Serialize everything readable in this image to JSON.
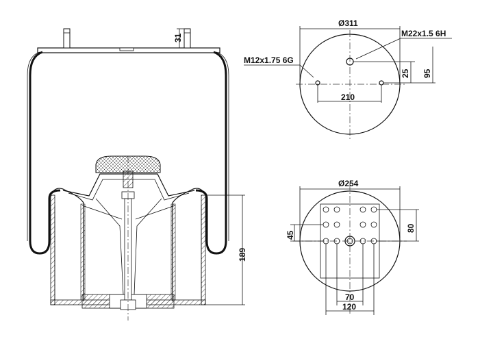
{
  "side_view": {
    "dim_stud_height": "31",
    "dim_piston_height": "189"
  },
  "top_plate_view": {
    "dim_diameter": "Ø311",
    "dim_thread_large": "M22x1.5 6H",
    "dim_thread_small": "M12x1.75 6G",
    "dim_offset_25": "25",
    "dim_offset_95": "95",
    "dim_bolt_spacing": "210"
  },
  "bottom_plate_view": {
    "dim_diameter": "Ø254",
    "dim_hole_spacing_80": "80",
    "dim_hole_spacing_45": "45",
    "dim_hole_spacing_70": "70",
    "dim_hole_spacing_120": "120"
  }
}
